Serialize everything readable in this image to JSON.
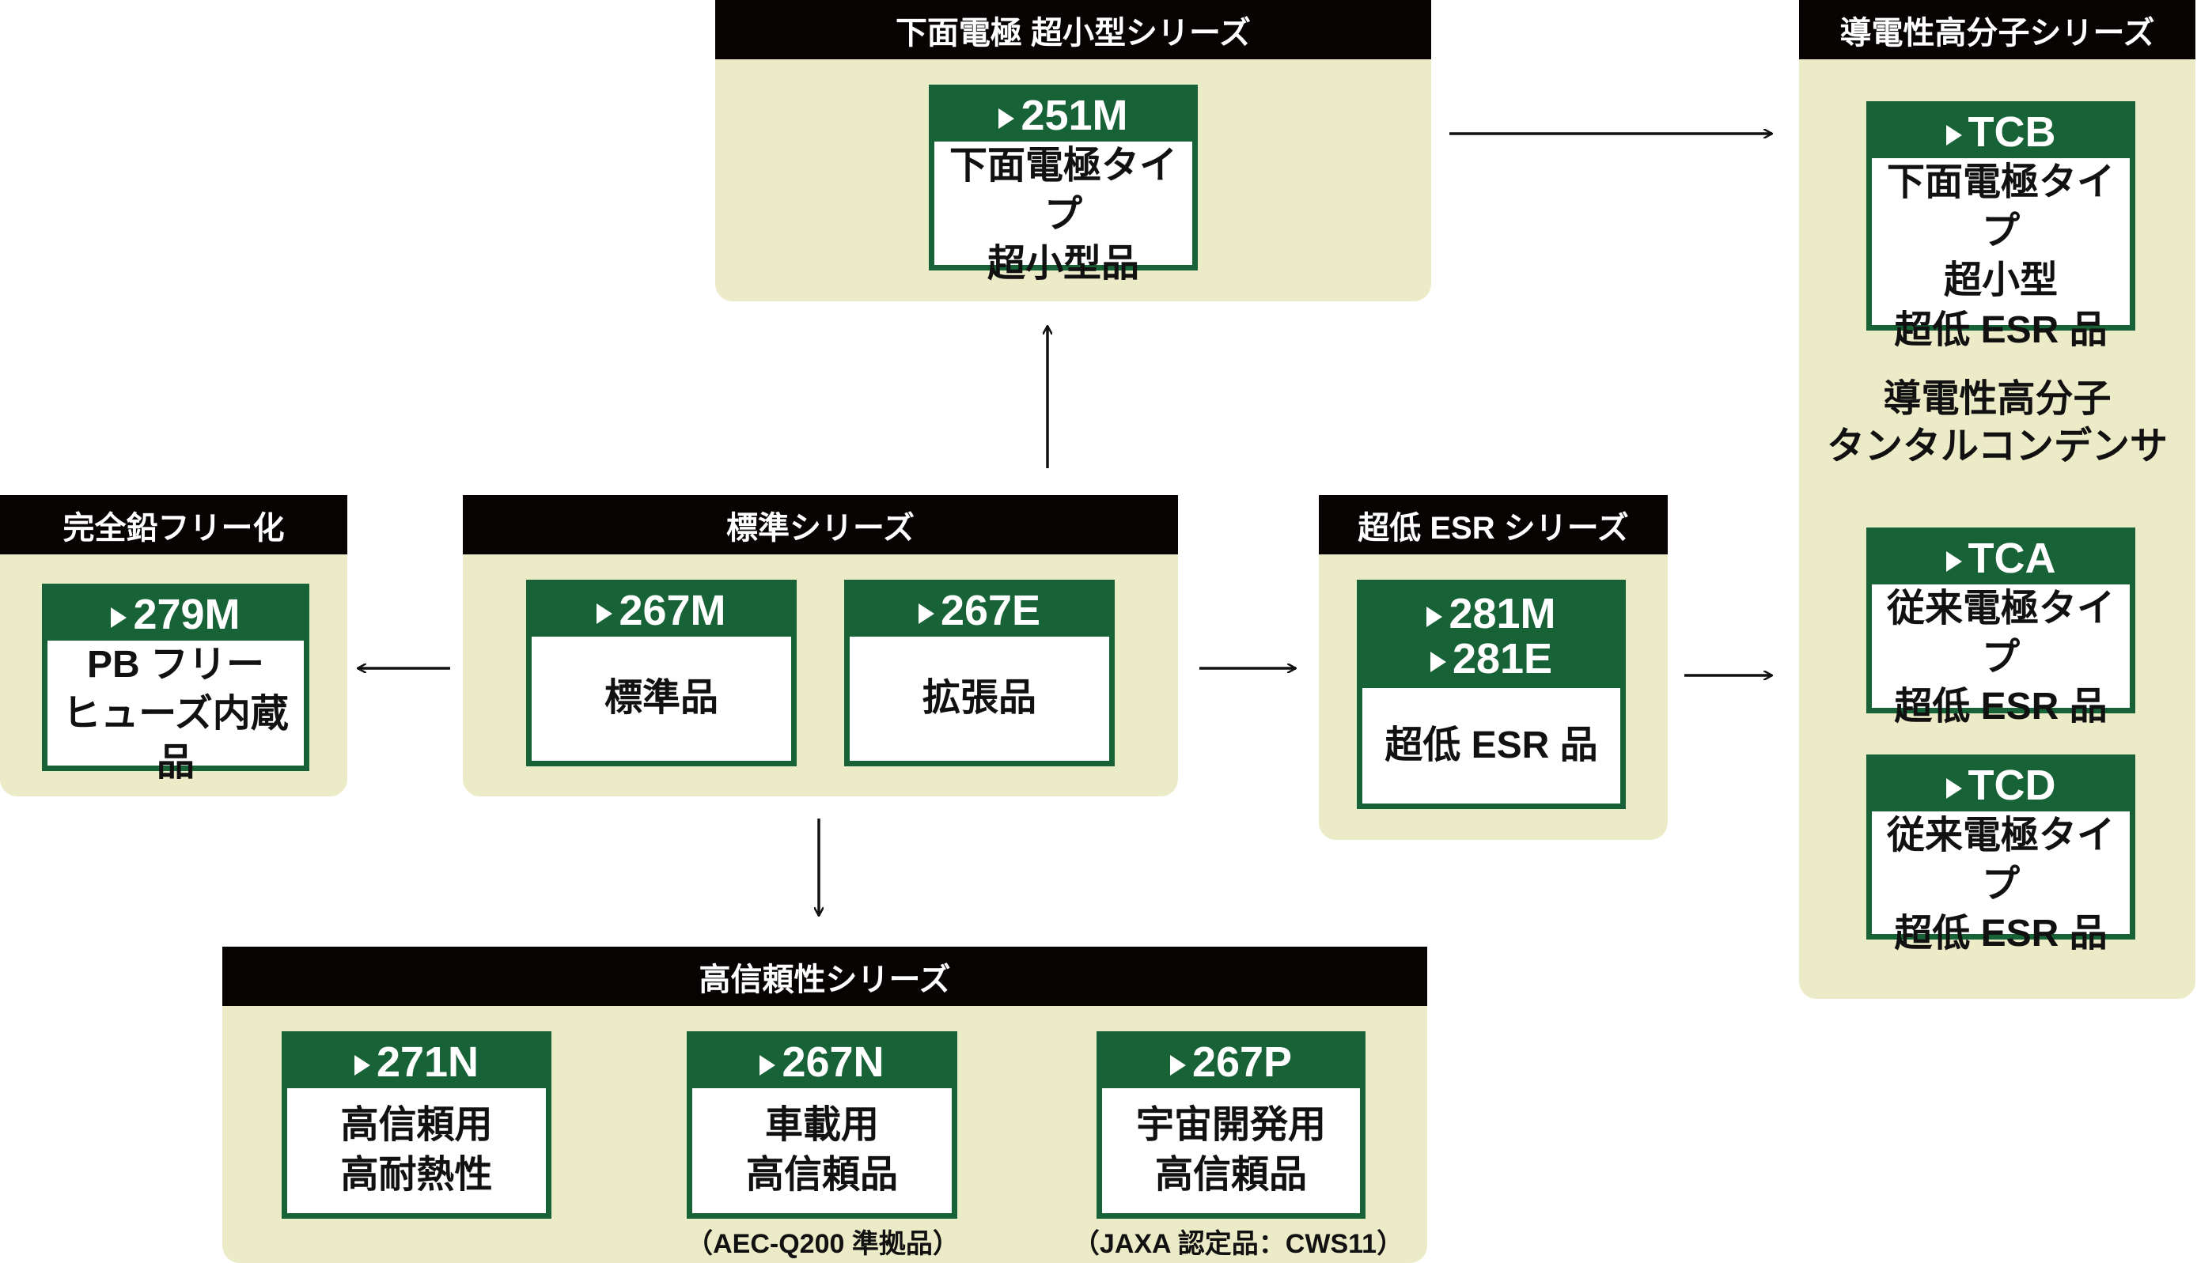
{
  "colors": {
    "green": "#176236",
    "beige": "#ebebc8",
    "black": "#060302"
  },
  "top": {
    "title": "下面電極 超小型シリーズ",
    "card": {
      "code": "251M",
      "lines": [
        "下面電極タイプ",
        "超小型品"
      ]
    }
  },
  "polymer": {
    "title": "導電性高分子シリーズ",
    "cards": [
      {
        "code": "TCB",
        "lines": [
          "下面電極タイプ",
          "超小型",
          "超低 ESR 品"
        ]
      },
      {
        "code": "TCA",
        "lines": [
          "従来電極タイプ",
          "超低 ESR 品"
        ]
      },
      {
        "code": "TCD",
        "lines": [
          "従来電極タイプ",
          "超低 ESR 品"
        ]
      }
    ],
    "middle": [
      "導電性高分子",
      "タンタルコンデンサ"
    ]
  },
  "leadfree": {
    "title": "完全鉛フリー化",
    "card": {
      "code": "279M",
      "lines": [
        "PB フリー",
        "ヒューズ内蔵品"
      ]
    }
  },
  "standard": {
    "title": "標準シリーズ",
    "cards": [
      {
        "code": "267M",
        "lines": [
          "標準品"
        ]
      },
      {
        "code": "267E",
        "lines": [
          "拡張品"
        ]
      }
    ]
  },
  "lowesr": {
    "title": "超低 ESR シリーズ",
    "card": {
      "codes": [
        "281M",
        "281E"
      ],
      "lines": [
        "超低 ESR 品"
      ]
    }
  },
  "reliable": {
    "title": "高信頼性シリーズ",
    "cards": [
      {
        "code": "271N",
        "lines": [
          "高信頼用",
          "高耐熱性"
        ]
      },
      {
        "code": "267N",
        "lines": [
          "車載用",
          "高信頼品"
        ],
        "note": "（AEC-Q200 準拠品）"
      },
      {
        "code": "267P",
        "lines": [
          "宇宙開発用",
          "高信頼品"
        ],
        "note": "（JAXA 認定品：CWS11）"
      }
    ]
  }
}
